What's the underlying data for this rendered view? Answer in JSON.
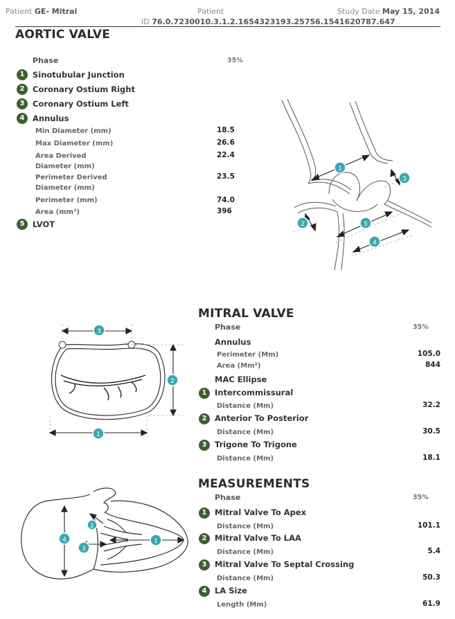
{
  "header": {
    "patient_label": "Patient",
    "patient_name": "GE- Mitral",
    "patient_id_label": "Patient",
    "id_prefix": "ID",
    "patient_id": "76.0.7230010.3.1.2.1654323193.25756.1541620787.647",
    "study_date_label": "Study Date",
    "study_date": "May 15, 2014"
  },
  "aortic": {
    "title": "AORTIC VALVE",
    "phase_label": "Phase",
    "phase_value": "35%",
    "items": [
      {
        "num": "1",
        "label": "Sinotubular Junction"
      },
      {
        "num": "2",
        "label": "Coronary Ostium Right"
      },
      {
        "num": "3",
        "label": "Coronary Ostium Left"
      },
      {
        "num": "4",
        "label": "Annulus"
      },
      {
        "num": "5",
        "label": "LVOT"
      }
    ],
    "annulus_measures": [
      {
        "label": "Min Diameter (mm)",
        "value": "18.5"
      },
      {
        "label": "Max Diameter (mm)",
        "value": "26.6"
      },
      {
        "label": "Area Derived Diameter (mm)",
        "value": "22.4"
      },
      {
        "label": "Perimeter Derived Diameter (mm)",
        "value": "23.5"
      },
      {
        "label": "Perimeter (mm)",
        "value": "74.0"
      },
      {
        "label": "Area (mm²)",
        "value": "396"
      }
    ]
  },
  "mitral": {
    "title": "MITRAL VALVE",
    "phase_label": "Phase",
    "phase_value": "35%",
    "annulus_label": "Annulus",
    "perimeter_label": "Perimeter (Mm)",
    "perimeter_value": "105.0",
    "area_label": "Area (Mm²)",
    "area_value": "844",
    "mac_label": "MAC Ellipse",
    "items": [
      {
        "num": "1",
        "label": "Intercommissural",
        "sub_label": "Distance (Mm)",
        "value": "32.2"
      },
      {
        "num": "2",
        "label": "Anterior To Posterior",
        "sub_label": "Distance (Mm)",
        "value": "30.5"
      },
      {
        "num": "3",
        "label": "Trigone To Trigone",
        "sub_label": "Distance (Mm)",
        "value": "18.1"
      }
    ]
  },
  "measurements": {
    "title": "MEASUREMENTS",
    "phase_label": "Phase",
    "phase_value": "35%",
    "items": [
      {
        "num": "1",
        "label": "Mitral Valve To Apex",
        "sub_label": "Distance (Mm)",
        "value": "101.1"
      },
      {
        "num": "2",
        "label": "Mitral Valve To LAA",
        "sub_label": "Distance (Mm)",
        "value": "5.4"
      },
      {
        "num": "3",
        "label": "Mitral Valve To Septal Crossing",
        "sub_label": "Distance (Mm)",
        "value": "50.3"
      },
      {
        "num": "4",
        "label": "LA Size",
        "sub_label": "Length (Mm)",
        "value": "61.9"
      }
    ]
  },
  "diagram_markers": {
    "aortic": [
      "1",
      "2",
      "3",
      "4",
      "5"
    ],
    "mitral": [
      "1",
      "2",
      "3"
    ],
    "heart": [
      "1",
      "2",
      "3",
      "4"
    ]
  },
  "colors": {
    "badge_green": "#3c5f2f",
    "marker_teal": "#3aa6b3"
  }
}
